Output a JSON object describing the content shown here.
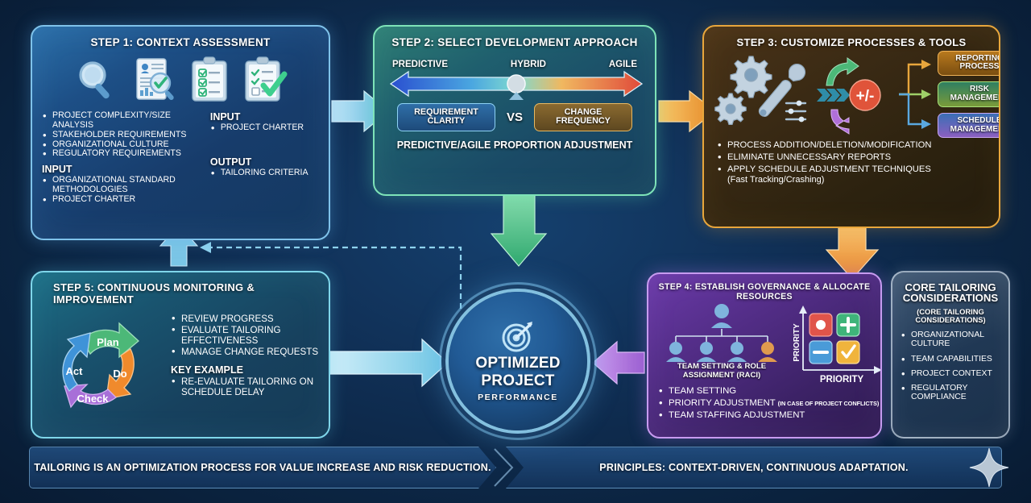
{
  "background_color": "#0d2742",
  "step1": {
    "title": "STEP 1: CONTEXT ASSESSMENT",
    "icons": [
      "magnifier-icon",
      "document-review-icon",
      "clipboard-checklist-icon",
      "clipboard-approved-icon"
    ],
    "bullets": [
      "PROJECT COMPLEXITY/SIZE ANALYSIS",
      "STAKEHOLDER REQUIREMENTS",
      "ORGANIZATIONAL CULTURE",
      "REGULATORY REQUIREMENTS"
    ],
    "input_label": "INPUT",
    "input_bullets": [
      "ORGANIZATIONAL STANDARD METHODOLOGIES",
      "PROJECT CHARTER"
    ],
    "right_input_label": "INPUT",
    "right_input_bullets": [
      "PROJECT CHARTER"
    ],
    "output_label": "OUTPUT",
    "output_bullets": [
      "TAILORING CRITERIA"
    ],
    "accent": "#7fc2ea"
  },
  "step2": {
    "title": "STEP 2: SELECT DEVELOPMENT APPROACH",
    "scale_left": "PREDICTIVE",
    "scale_center": "HYBRID",
    "scale_right": "AGILE",
    "chip_left": "REQUIREMENT CLARITY",
    "vs": "VS",
    "chip_right": "CHANGE FREQUENCY",
    "footer": "PREDICTIVE/AGILE PROPORTION ADJUSTMENT",
    "accent": "#7ee3b8"
  },
  "step3": {
    "title": "STEP 3: CUSTOMIZE PROCESSES & TOOLS",
    "center_badge": "+/-",
    "tags": [
      "REPORTING PROCESS",
      "RISK MANAGEMENT",
      "SCHEDULE MANAGEMENT"
    ],
    "bullets": [
      "PROCESS ADDITION/DELETION/MODIFICATION",
      "ELIMINATE UNNECESSARY REPORTS",
      "APPLY SCHEDULE ADJUSTMENT TECHNIQUES"
    ],
    "bullet3_sub": "(Fast Tracking/Crashing)",
    "accent": "#e8a63c"
  },
  "step4": {
    "title": "STEP 4: ESTABLISH GOVERNANCE & ALLOCATE RESOURCES",
    "org_caption": "TEAM SETTING & ROLE ASSIGNMENT (RACI)",
    "matrix_y_label": "PRIORITY",
    "matrix_x_label": "PRIORITY",
    "matrix_cells": [
      "dot-icon",
      "plus-icon",
      "minus-icon",
      "check-icon"
    ],
    "bullets": [
      "TEAM SETTING",
      "PRIORITY ADJUSTMENT",
      "TEAM STAFFING ADJUSTMENT"
    ],
    "bullet2_note": "(IN CASE OF PROJECT CONFLICTS)",
    "accent": "#c79bf0"
  },
  "step5": {
    "title": "STEP 5: CONTINUOUS MONITORING & IMPROVEMENT",
    "cycle": [
      "Plan",
      "Do",
      "Check",
      "Act"
    ],
    "bullets": [
      "REVIEW PROGRESS",
      "EVALUATE TAILORING EFFECTIVENESS",
      "MANAGE CHANGE REQUESTS"
    ],
    "key_example_label": "KEY EXAMPLE",
    "key_example_bullets": [
      "RE-EVALUATE TAILORING ON SCHEDULE DELAY"
    ],
    "accent": "#7fd6ea"
  },
  "core": {
    "title": "CORE TAILORING CONSIDERATIONS",
    "subtitle": "(CORE TAILORING CONSIDERATIONS)",
    "bullets": [
      "ORGANIZATIONAL CULTURE",
      "TEAM CAPABILITIES",
      "PROJECT CONTEXT",
      "REGULATORY COMPLIANCE"
    ]
  },
  "hub": {
    "line1": "OPTIMIZED",
    "line2": "PROJECT",
    "line3": "PERFORMANCE",
    "icon": "target-arrow-icon"
  },
  "banner": {
    "left": "TAILORING IS AN OPTIMIZATION PROCESS FOR VALUE INCREASE AND RISK REDUCTION.",
    "right": "PRINCIPLES: CONTEXT-DRIVEN, CONTINUOUS ADAPTATION."
  },
  "arrows": {
    "step1_to_step2": "#8fd3ee",
    "step2_to_step3": "#f0a030",
    "step2_to_hub": "#4fc68a",
    "step3_to_step4": "#f0a030",
    "step4_to_hub": "#b878e0",
    "step5_to_hub": "#9fdcef",
    "feedback_dashed": "#8fd3ee"
  }
}
